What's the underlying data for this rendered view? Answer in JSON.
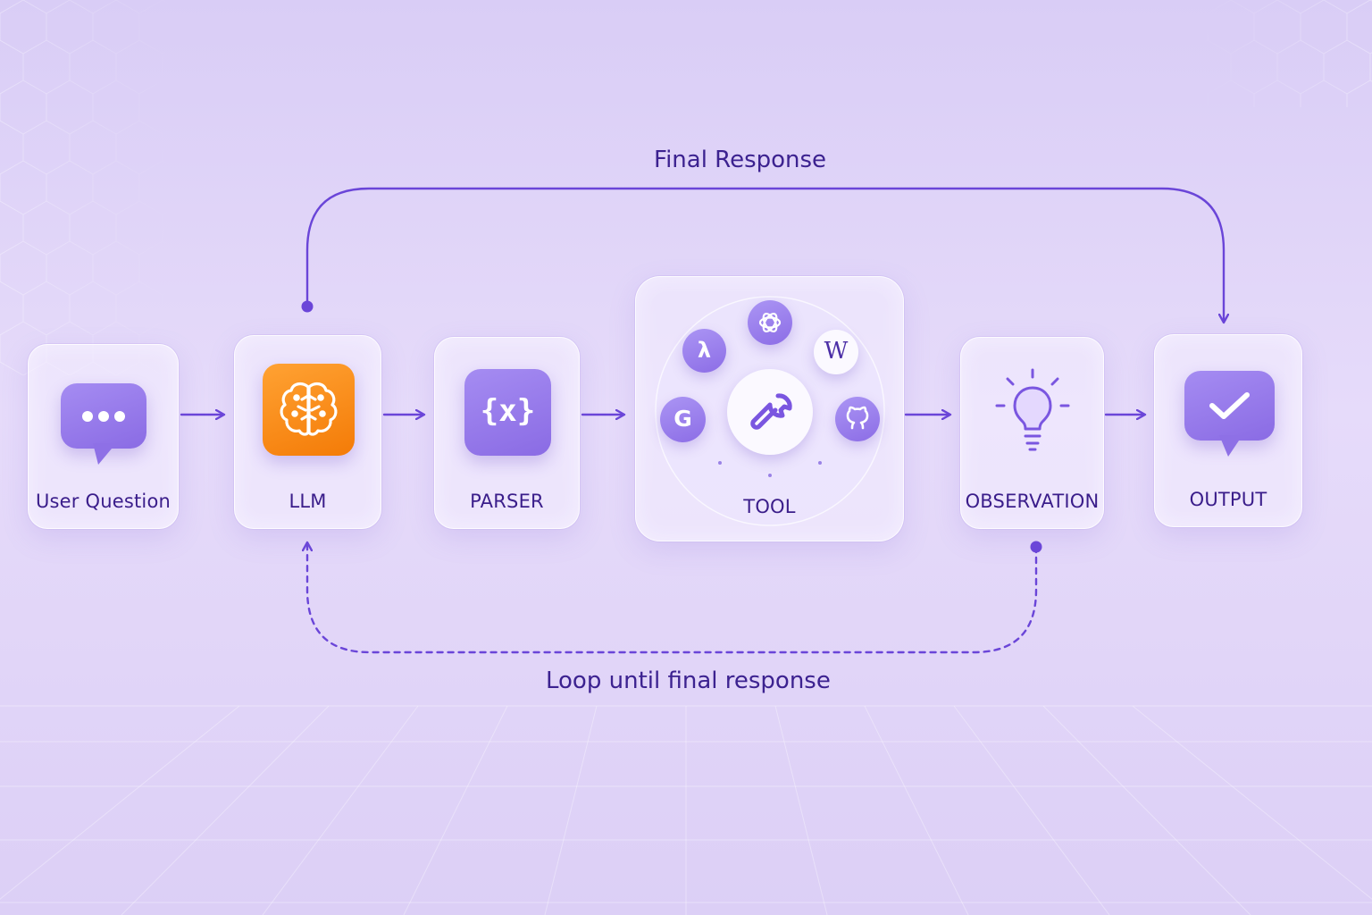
{
  "nodes": {
    "user_question": {
      "label": "User Question",
      "icon": "chat-bubble-icon"
    },
    "llm": {
      "label": "LLM",
      "icon": "brain-icon"
    },
    "parser": {
      "label": "PARSER",
      "icon": "variable-braces-icon",
      "icon_text": "{x}"
    },
    "tool": {
      "label": "TOOL",
      "icon": "wrench-icon",
      "satellites": [
        {
          "icon": "lambda-icon",
          "glyph": "λ"
        },
        {
          "icon": "openai-icon"
        },
        {
          "icon": "wikipedia-icon",
          "glyph": "W"
        },
        {
          "icon": "google-icon",
          "glyph": "G"
        },
        {
          "icon": "github-icon"
        }
      ]
    },
    "observation": {
      "label": "OBSERVATION",
      "icon": "lightbulb-icon"
    },
    "output": {
      "label": "OUTPUT",
      "icon": "check-bubble-icon"
    }
  },
  "edges": {
    "final_response_label": "Final Response",
    "loop_label": "Loop until final response"
  },
  "colors": {
    "accent": "#6a45d8",
    "llm_tile": "#f68a12",
    "tile_purple": "#9676ea",
    "text": "#3a1d8a"
  }
}
